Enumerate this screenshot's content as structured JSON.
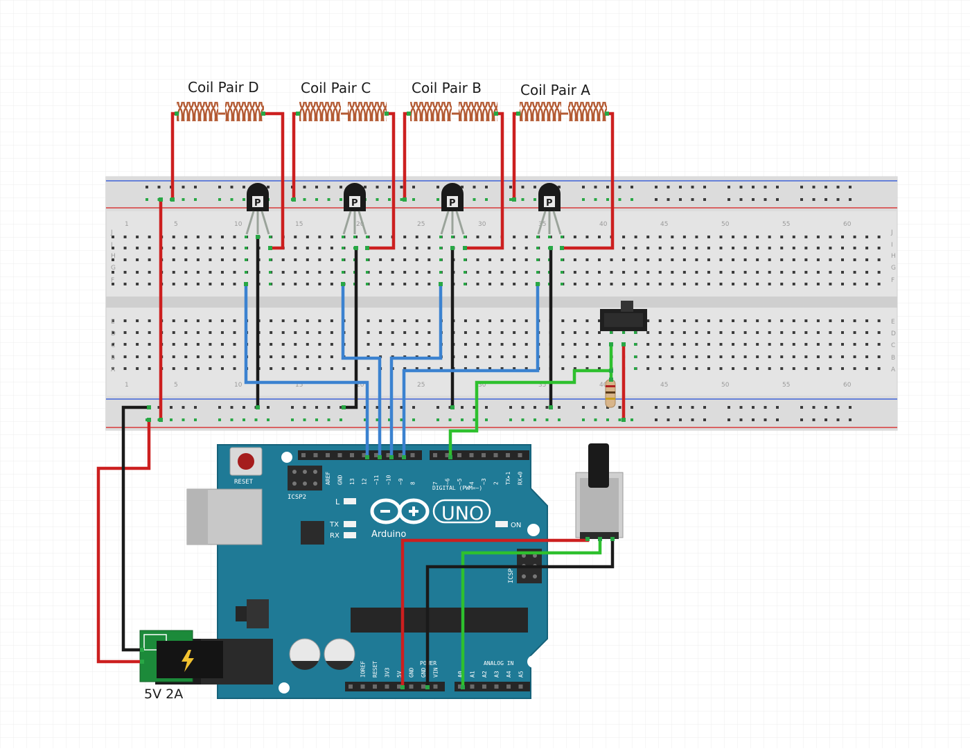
{
  "coils": [
    {
      "label": "Coil Pair D"
    },
    {
      "label": "Coil Pair C"
    },
    {
      "label": "Coil Pair B"
    },
    {
      "label": "Coil Pair A"
    }
  ],
  "power_supply": {
    "label": "5V 2A"
  },
  "transistor_mark": "P",
  "breadboard": {
    "row_letters_top": [
      "J",
      "I",
      "H",
      "G",
      "F"
    ],
    "row_letters_bottom": [
      "E",
      "D",
      "C",
      "B",
      "A"
    ],
    "column_numbers": [
      "1",
      "5",
      "10",
      "15",
      "20",
      "25",
      "30",
      "35",
      "40",
      "45",
      "50",
      "55",
      "60"
    ]
  },
  "arduino": {
    "logo_text": "UNO",
    "brand": "Arduino",
    "reset_label": "RESET",
    "icsp2_label": "ICSP2",
    "icsp_label": "ICSP",
    "l_label": "L",
    "tx_label": "TX",
    "rx_label": "RX",
    "on_label": "ON",
    "digital_label": "DIGITAL (PWM=~)",
    "analog_label": "ANALOG IN",
    "power_label": "POWER",
    "digital_pins_left": [
      "AREF",
      "GND",
      "13",
      "12",
      "~11",
      "~10",
      "~9",
      "8"
    ],
    "digital_pins_right": [
      "7",
      "~6",
      "~5",
      "4",
      "~3",
      "2",
      "TX▸1",
      "RX◂0"
    ],
    "power_pins": [
      "IOREF",
      "RESET",
      "3V3",
      "5V",
      "GND",
      "GND",
      "VIN"
    ],
    "analog_pins": [
      "A0",
      "A1",
      "A2",
      "A3",
      "A4",
      "A5"
    ]
  },
  "colors": {
    "red_wire": "#cc1f1f",
    "black_wire": "#1a1a1a",
    "blue_wire": "#3b82d0",
    "green_wire": "#2ec02e",
    "board": "#1f7a96",
    "coil": "#c8623a"
  }
}
